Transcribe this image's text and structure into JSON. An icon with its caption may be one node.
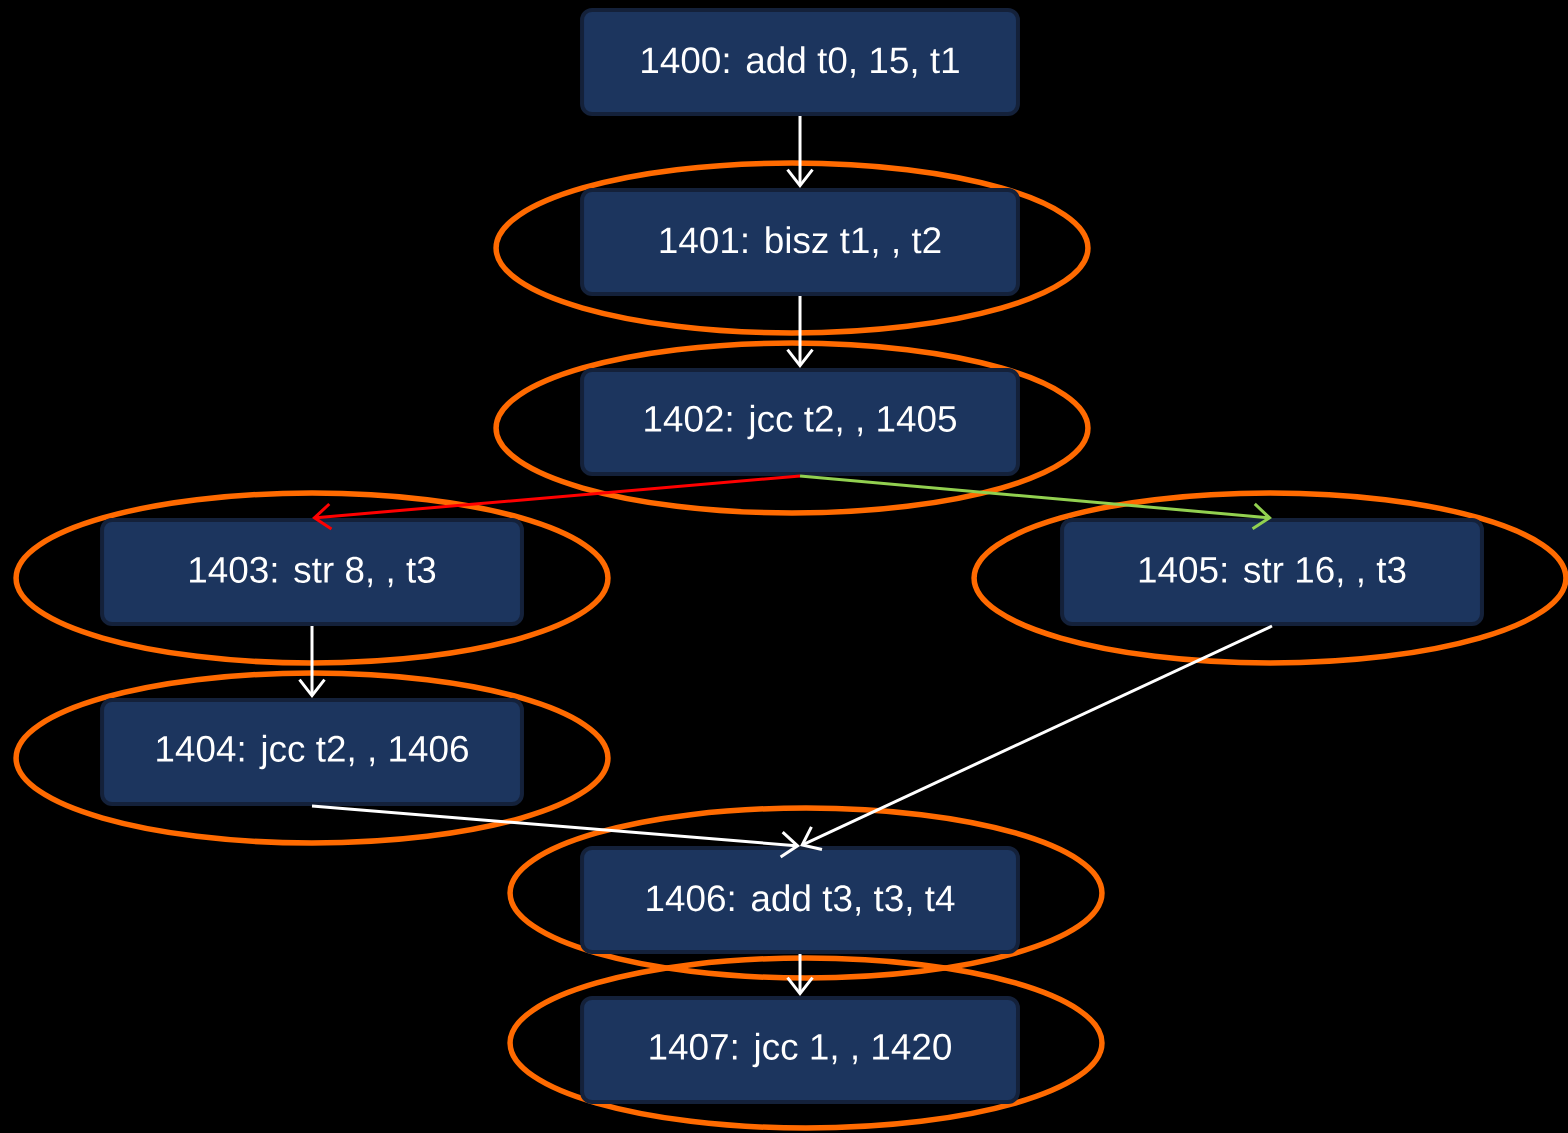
{
  "diagram": {
    "nodes": [
      {
        "text": [
          "1400: add t0, 15, t1"
        ]
      },
      {
        "text": [],
        "shape": "ellipse"
      },
      {
        "text": [
          "1401: bisz t1, , t2"
        ],
        "in": 1
      },
      {
        "text": [],
        "shape": "ellipse"
      },
      {
        "text": [
          "1402: jcc t2, , 1405"
        ],
        "in": 3
      },
      {
        "text": [],
        "shape": "ellipse"
      },
      {
        "text": [
          "1403: str 8, , t3"
        ],
        "in": 5
      },
      {
        "text": [],
        "shape": "ellipse"
      },
      {
        "text": [
          "1405: str 16, , t3"
        ],
        "in": 7
      },
      {
        "text": [],
        "shape": "ellipse"
      },
      {
        "text": [
          "1404: jcc t2, , 1406"
        ],
        "in": 9
      },
      {
        "text": [],
        "shape": "ellipse"
      },
      {
        "text": [
          "1406: add t3, t3, t4"
        ],
        "in": 11
      },
      {
        "text": [],
        "shape": "ellipse"
      },
      {
        "text": [
          "1407: jcc 1, , 1420"
        ],
        "in": 13
      }
    ],
    "edges": [
      {
        "from": 0,
        "to": 2,
        "arrow": "to"
      },
      {
        "from": 2,
        "to": 4,
        "arrow": "to"
      },
      {
        "from": 4,
        "to": 6,
        "arrow": "to",
        "color": "#ff0000"
      },
      {
        "from": 4,
        "to": 8,
        "arrow": "to",
        "color": "#92d050"
      },
      {
        "from": 6,
        "to": 10,
        "arrow": "to"
      },
      {
        "from": 10,
        "to": 12,
        "arrow": "to"
      },
      {
        "from": 8,
        "to": 12,
        "arrow": "to"
      },
      {
        "from": 12,
        "to": 14,
        "arrow": "to"
      }
    ]
  }
}
